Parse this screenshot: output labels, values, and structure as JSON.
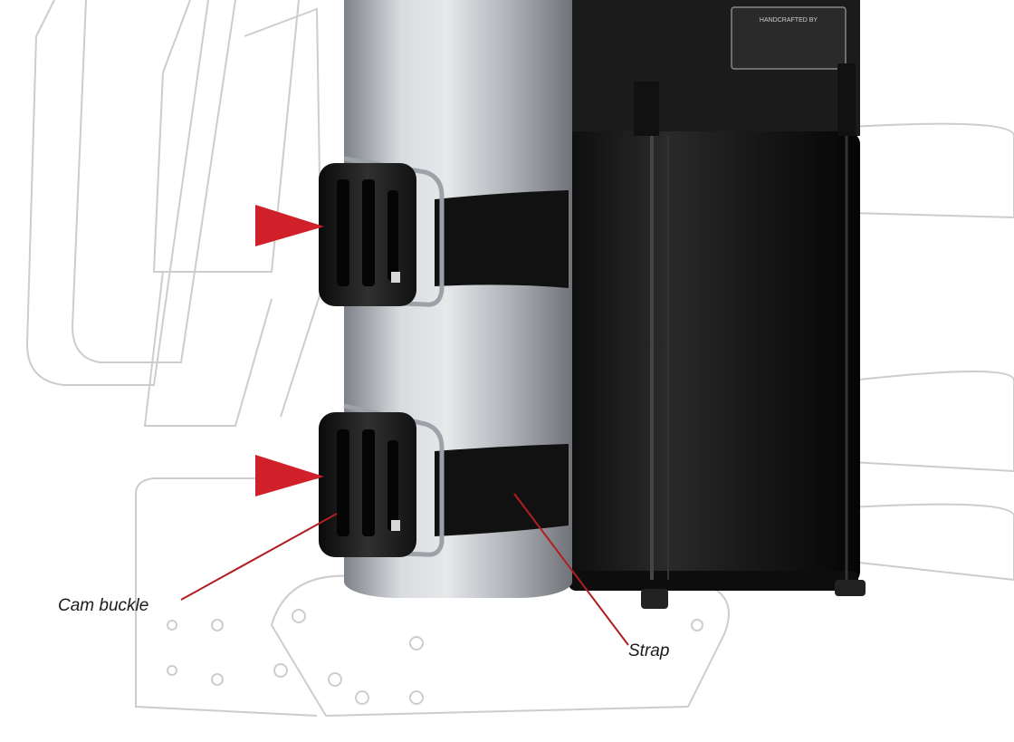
{
  "callouts": {
    "cam_buckle": "Cam buckle",
    "strap": "Strap"
  },
  "colors": {
    "accent_red": "#d0202a",
    "leader_red": "#b01e22",
    "cylinder_light": "#c7cbd0",
    "cylinder_mid": "#8e9399",
    "housing_black": "#161616",
    "outline_gray": "#c9c9c9"
  },
  "nameplate_text": "HANDCRAFTED BY"
}
